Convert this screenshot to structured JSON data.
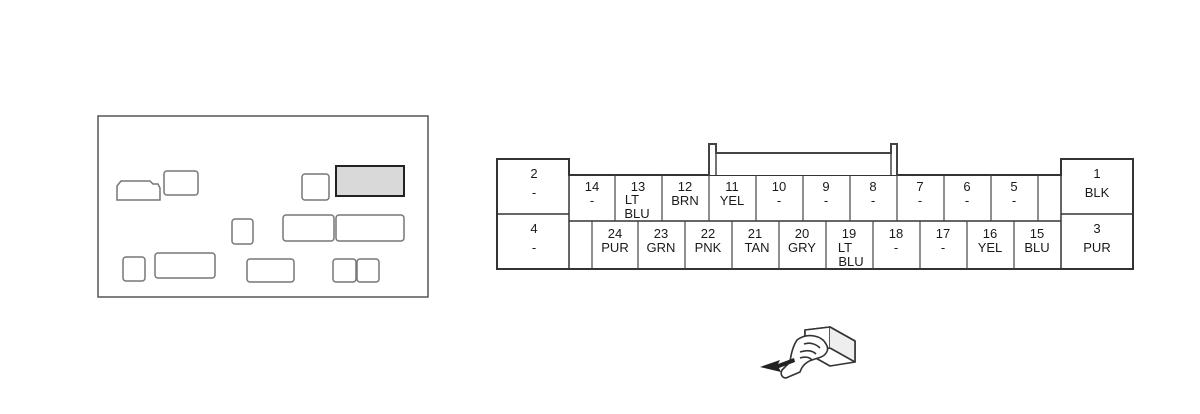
{
  "connector": {
    "top_row": [
      {
        "num": "14",
        "color": "-"
      },
      {
        "num": "13",
        "color": "LT",
        "color2": "BLU"
      },
      {
        "num": "12",
        "color": "BRN"
      },
      {
        "num": "11",
        "color": "YEL"
      },
      {
        "num": "10",
        "color": "-"
      },
      {
        "num": "9",
        "color": "-"
      },
      {
        "num": "8",
        "color": "-"
      },
      {
        "num": "7",
        "color": "-"
      },
      {
        "num": "6",
        "color": "-"
      },
      {
        "num": "5",
        "color": "-"
      }
    ],
    "bottom_row": [
      {
        "num": "24",
        "color": "PUR"
      },
      {
        "num": "23",
        "color": "GRN"
      },
      {
        "num": "22",
        "color": "PNK"
      },
      {
        "num": "21",
        "color": "TAN"
      },
      {
        "num": "20",
        "color": "GRY"
      },
      {
        "num": "19",
        "color": "LT",
        "color2": "BLU"
      },
      {
        "num": "18",
        "color": "-"
      },
      {
        "num": "17",
        "color": "-"
      },
      {
        "num": "16",
        "color": "YEL"
      },
      {
        "num": "15",
        "color": "BLU"
      }
    ],
    "left_top": {
      "num": "2",
      "color": "-"
    },
    "left_bottom": {
      "num": "4",
      "color": "-"
    },
    "right_top": {
      "num": "1",
      "color": "BLK"
    },
    "right_bottom": {
      "num": "3",
      "color": "PUR"
    }
  },
  "colors": {
    "highlight_fill": "#d9d9d9",
    "stroke": "#333333"
  },
  "icons": {
    "hand": "hand-pointer-icon",
    "arrow": "insertion-arrow-icon"
  }
}
